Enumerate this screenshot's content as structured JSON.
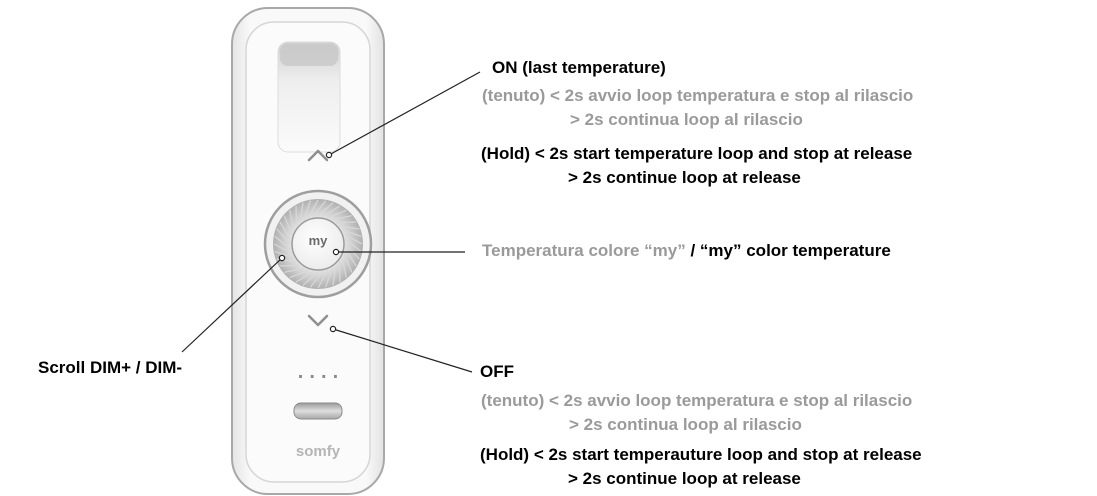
{
  "colors": {
    "leader_line": "#222222",
    "label_gray": "#9a9a9a",
    "label_black": "#000000",
    "remote_body": "#f7f7f7",
    "remote_outline": "#a8a8a8",
    "wheel_ring": "#b5b5b5"
  },
  "remote": {
    "brand": "somfy",
    "center_button_label": "my",
    "up_icon": "chevron-up-icon",
    "down_icon": "chevron-down-icon",
    "channel_dots": "· · · ·"
  },
  "callouts": {
    "on": {
      "title": "ON (last temperature)",
      "it_line1": "(tenuto) < 2s avvio loop temperatura e stop al rilascio",
      "it_line2": "> 2s continua loop al rilascio",
      "en_line1": "(Hold) < 2s start temperature loop and stop at release",
      "en_line2": "> 2s continue loop at release"
    },
    "my": {
      "italian": "Temperatura colore “my”",
      "english": " / “my” color temperature"
    },
    "scroll": {
      "label": "Scroll DIM+ / DIM-"
    },
    "off": {
      "title": "OFF",
      "it_line1": "(tenuto) < 2s avvio loop temperatura e stop al rilascio",
      "it_line2": "> 2s continua loop al rilascio",
      "en_line1": "(Hold) < 2s start temperauture loop and stop at release",
      "en_line2": "> 2s continue loop at release"
    }
  }
}
